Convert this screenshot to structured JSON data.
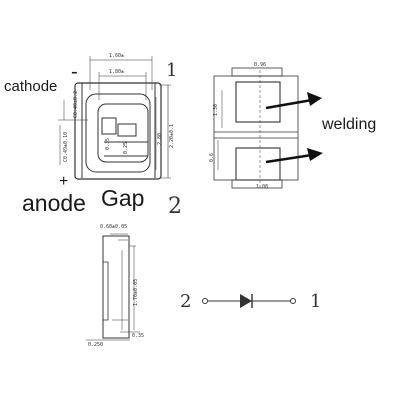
{
  "labels": {
    "cathode": "cathode",
    "cathode_sign": "-",
    "anode_sign": "+",
    "anode": "anode",
    "gap": "Gap",
    "welding": "welding",
    "pin_1_top": "1",
    "pin_2_top": "2",
    "pin_2_symbol": "2",
    "pin_1_symbol": "1"
  },
  "dimensions": {
    "top_width": "1.60±",
    "inner_width": "1.80±",
    "left_a": "C0.40±0.2",
    "left_b": "C0.49±0.10",
    "height_inner": "2.80",
    "height_outer": "2.20±0.1",
    "small_a": "0.25",
    "small_b": "0.35",
    "pad_width": "0.96",
    "pad_height_a": "1.30",
    "pad_height_b": "0.6",
    "pad_bottom": "1.08",
    "side_top": "0.60±0.05",
    "side_height": "1.70±0.05",
    "side_small": "0.35",
    "side_bottom": "0.250"
  },
  "colors": {
    "line": "#333333",
    "arrow": "#111111"
  }
}
